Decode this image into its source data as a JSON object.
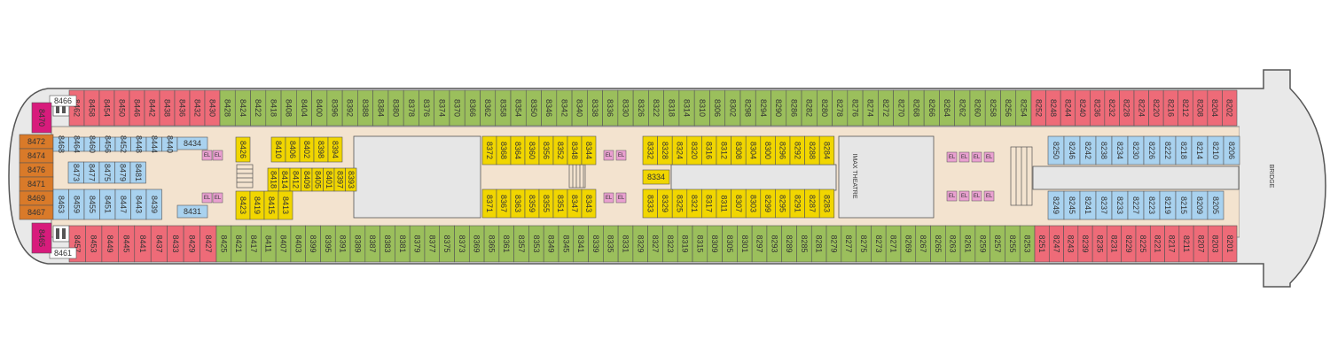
{
  "places": {
    "theatre": "IMAX THEATRE",
    "bridge": "BRIDGE"
  },
  "elevator_label": "EL",
  "colors": {
    "outline": "#555555",
    "hull": "#e9e9e9",
    "corridor": "#f3e3cf",
    "hall": "#e6e6e6",
    "balcony": "#ee6b78",
    "oceanview": "#9bbf5c",
    "interior_yellow": "#f1d600",
    "interior_blue": "#a9d2ef",
    "suite_orange": "#d97a29",
    "suite_magenta": "#d81b7c",
    "elevator_pink": "#e9a0d0"
  },
  "rooms": {
    "aft_suites": [
      "8470",
      "8472",
      "8474",
      "8476",
      "8471",
      "8469",
      "8467",
      "8465"
    ],
    "aft_white": [
      "8466",
      "8461"
    ],
    "top_red_aft": [
      "8462",
      "8458",
      "8454",
      "8450",
      "8446",
      "8442",
      "8438",
      "8436",
      "8432",
      "8430"
    ],
    "top_green": [
      "8428",
      "8424",
      "8422",
      "8418",
      "8408",
      "8404",
      "8400",
      "8396",
      "8392",
      "8388",
      "8384",
      "8380",
      "8378",
      "8376",
      "8374",
      "8370",
      "8366",
      "8362",
      "8358",
      "8354",
      "8350",
      "8346",
      "8342",
      "8340",
      "8338",
      "8336",
      "8330",
      "8326",
      "8322",
      "8318",
      "8314",
      "8310",
      "8306",
      "8302",
      "8298",
      "8294",
      "8290",
      "8286",
      "8282",
      "8280",
      "8278",
      "8276",
      "8274",
      "8272",
      "8270",
      "8268",
      "8266",
      "8264",
      "8262",
      "8260",
      "8258",
      "8256",
      "8254"
    ],
    "top_red_fwd": [
      "8252",
      "8248",
      "8244",
      "8240",
      "8236",
      "8232",
      "8228",
      "8224",
      "8220",
      "8216",
      "8212",
      "8208",
      "8204",
      "8202"
    ],
    "bottom_red_aft": [
      "8457",
      "8453",
      "8449",
      "8445",
      "8441",
      "8437",
      "8433",
      "8429",
      "8427"
    ],
    "bottom_green": [
      "8425",
      "8421",
      "8417",
      "8411",
      "8407",
      "8403",
      "8399",
      "8395",
      "8391",
      "8389",
      "8387",
      "8383",
      "8381",
      "8379",
      "8377",
      "8375",
      "8373",
      "8369",
      "8365",
      "8361",
      "8357",
      "8353",
      "8349",
      "8345",
      "8341",
      "8339",
      "8335",
      "8331",
      "8329",
      "8327",
      "8323",
      "8319",
      "8315",
      "8309",
      "8305",
      "8301",
      "8297",
      "8293",
      "8289",
      "8285",
      "8281",
      "8279",
      "8277",
      "8275",
      "8273",
      "8271",
      "8269",
      "8267",
      "8265",
      "8263",
      "8261",
      "8259",
      "8257",
      "8255",
      "8253"
    ],
    "bottom_red_fwd": [
      "8251",
      "8247",
      "8243",
      "8239",
      "8235",
      "8231",
      "8229",
      "8225",
      "8221",
      "8217",
      "8211",
      "8207",
      "8203",
      "8201"
    ],
    "aft_blue_upper_a": [
      "8468",
      "8464",
      "8460",
      "8456",
      "8452",
      "8448",
      "8444",
      "8440"
    ],
    "aft_blue_upper_b": [
      "8473",
      "8477",
      "8475",
      "8479",
      "8481"
    ],
    "aft_blue_lower": [
      "8463",
      "8459",
      "8455",
      "8451",
      "8447",
      "8443",
      "8439"
    ],
    "aft_mid_labels": [
      "8434",
      "8431"
    ],
    "yellow_aft_top": [
      "8426",
      "8410",
      "8406",
      "8402",
      "8398",
      "8394"
    ],
    "yellow_aft_mid": [
      "8418",
      "8414",
      "8412",
      "8409",
      "8405",
      "8401",
      "8397",
      "8393"
    ],
    "yellow_aft_bottom": [
      "8423",
      "8419",
      "8415",
      "8413"
    ],
    "yellow_mid_top": [
      "8372",
      "8368",
      "8364",
      "8360",
      "8356",
      "8352",
      "8348",
      "8344"
    ],
    "yellow_mid_bottom": [
      "8371",
      "8367",
      "8363",
      "8359",
      "8355",
      "8351",
      "8347",
      "8343"
    ],
    "yellow_fwd_top": [
      "8332",
      "8328",
      "8324",
      "8320",
      "8316",
      "8312",
      "8308",
      "8304",
      "8300",
      "8296",
      "8292",
      "8288",
      "8284"
    ],
    "yellow_fwd_mid": [
      "8334"
    ],
    "yellow_fwd_bottom": [
      "8333",
      "8329",
      "8325",
      "8321",
      "8317",
      "8311",
      "8307",
      "8303",
      "8299",
      "8295",
      "8291",
      "8287",
      "8283"
    ],
    "blue_fwd_top": [
      "8250",
      "8246",
      "8242",
      "8238",
      "8234",
      "8230",
      "8226",
      "8222",
      "8218",
      "8214",
      "8210",
      "8206"
    ],
    "blue_fwd_bottom_a": [
      "8249",
      "8245",
      "8241",
      "8237",
      "8233"
    ],
    "blue_fwd_bottom_b": [
      "8227",
      "8223",
      "8219",
      "8215",
      "8209",
      "8205"
    ]
  }
}
